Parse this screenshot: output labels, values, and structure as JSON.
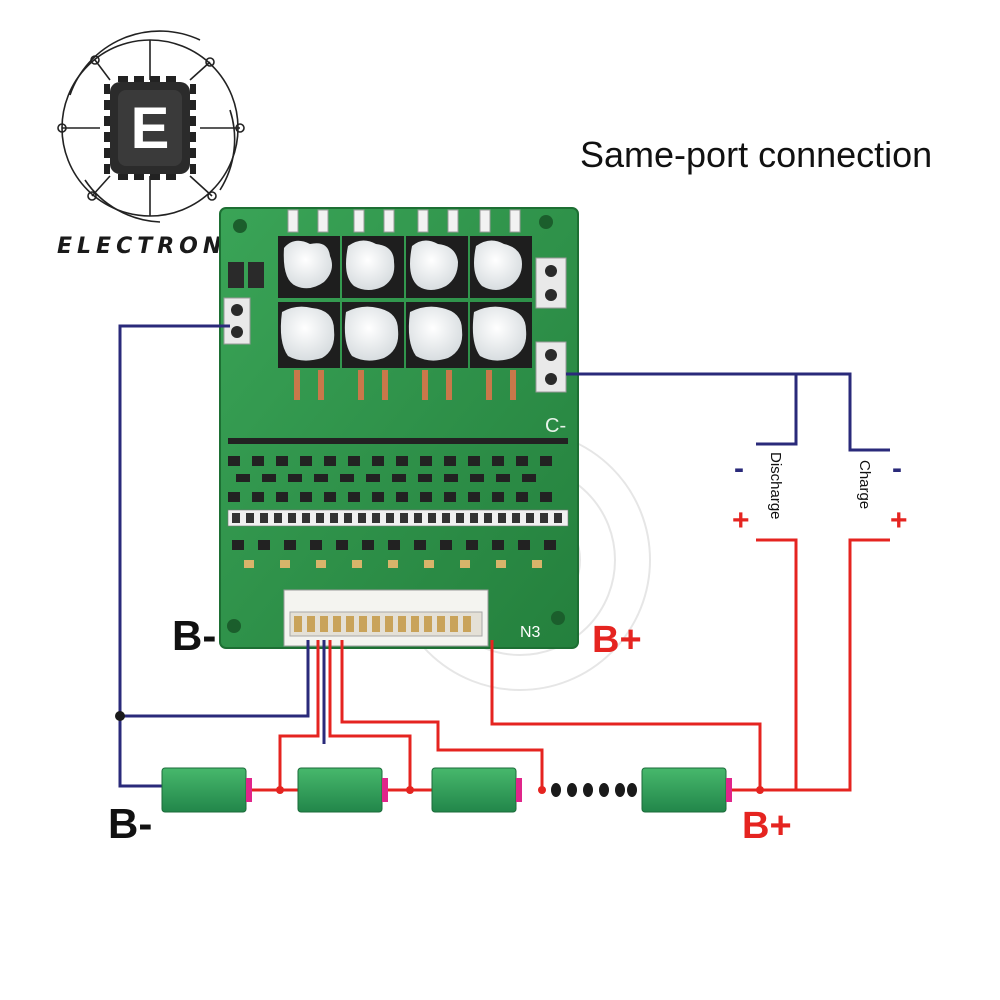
{
  "title": "Same-port connection",
  "logo": {
    "letter": "E",
    "text": "ELECTRONIC"
  },
  "board": {
    "connector_label": "N3",
    "b_minus_label": "B-",
    "b_plus_label": "B+",
    "p_label": "C-"
  },
  "battery_pack": {
    "b_minus_label": "B-",
    "b_plus_label": "B+",
    "cell_count_visible": 4,
    "ellipsis_dots": 6
  },
  "loads": {
    "discharge_label": "Discharge",
    "charge_label": "Charge",
    "minus_sign": "-",
    "plus_sign": "+"
  },
  "colors": {
    "wire_positive": "#e52420",
    "wire_negative": "#2a2a7a",
    "pcb": "#2e9a4a",
    "cell": "#2f9e58",
    "cell_terminal": "#e0258a"
  }
}
